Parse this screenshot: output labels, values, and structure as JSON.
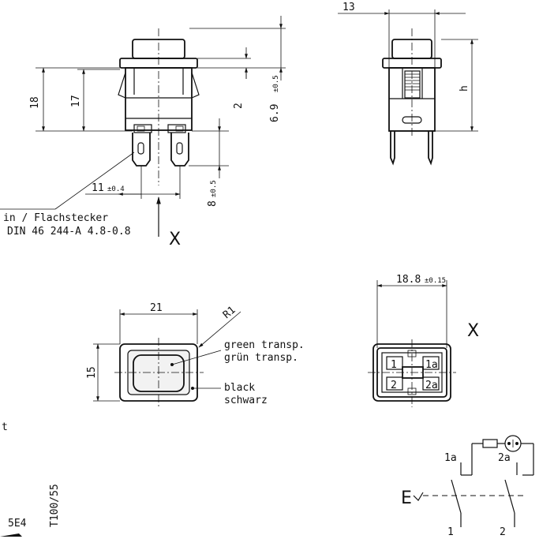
{
  "front_view": {
    "dim_height_total": "18",
    "dim_height_body": "17",
    "dim_cap": "2",
    "dim_depth_main": "6.9",
    "dim_depth_tol": "±0.5",
    "dim_pin_spacing": "11",
    "dim_pin_spacing_tol": "±0.4",
    "dim_pin_length": "8",
    "dim_pin_length_tol": "±0.5",
    "tab_note_line1": "in / Flachstecker",
    "tab_note_line2": "DIN 46 244-A 4.8-0.8",
    "view_arrow_label": "X"
  },
  "side_view": {
    "dim_width": "13",
    "dim_h": "h"
  },
  "top_view": {
    "dim_width": "21",
    "dim_height": "15",
    "dim_radius": "R1",
    "lens_en": "green transp.",
    "lens_de": "grün transp.",
    "frame_en": "black",
    "frame_de": "schwarz"
  },
  "bottom_view": {
    "dim_width": "18.8",
    "dim_width_tol": "±0.15",
    "view_label": "X",
    "terminals": [
      "1",
      "1a",
      "2",
      "2a"
    ]
  },
  "schematic": {
    "terminal_1a": "1a",
    "terminal_2a": "2a",
    "terminal_1": "1",
    "terminal_2": "2",
    "actuator_label": "E"
  },
  "margin": {
    "left_fragment": "t",
    "drawing_code": "T100/55",
    "sheet_code": "5E4"
  }
}
